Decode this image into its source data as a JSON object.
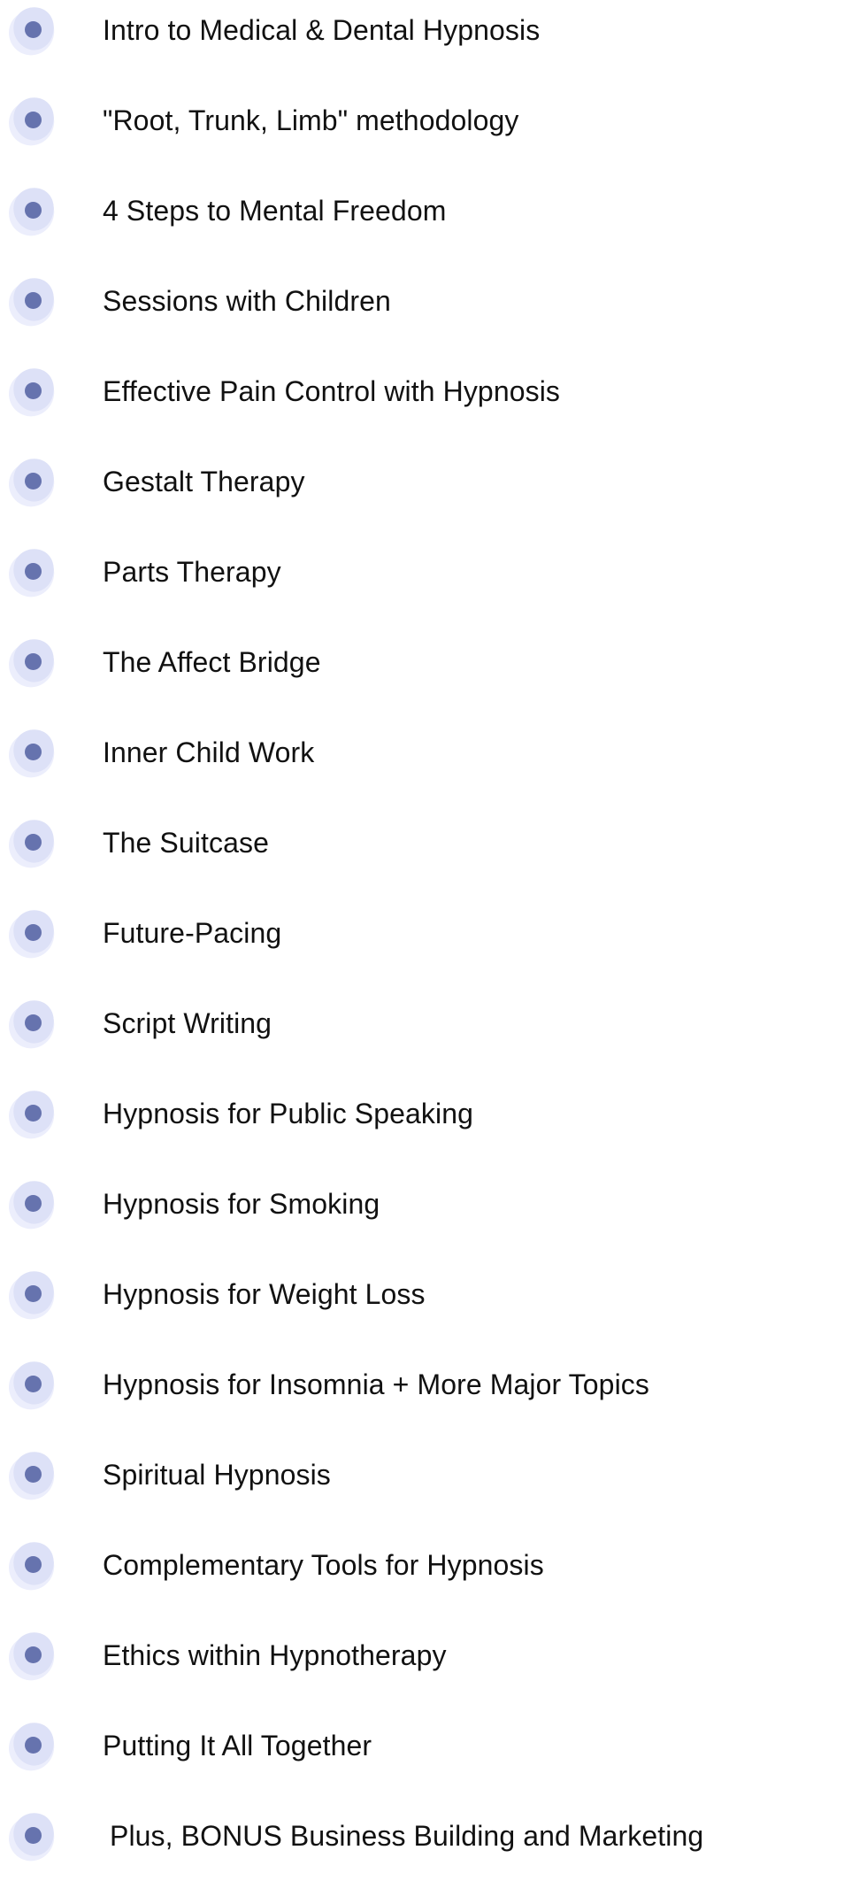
{
  "course_list": {
    "items": [
      {
        "label": "Intro to Medical & Dental Hypnosis",
        "icon": "bullet-dot-icon"
      },
      {
        "label": "\"Root, Trunk, Limb\" methodology",
        "icon": "bullet-dot-icon"
      },
      {
        "label": "4 Steps to Mental Freedom",
        "icon": "bullet-dot-icon"
      },
      {
        "label": "Sessions with Children",
        "icon": "bullet-dot-icon"
      },
      {
        "label": "Effective Pain Control with Hypnosis",
        "icon": "bullet-dot-icon"
      },
      {
        "label": "Gestalt Therapy",
        "icon": "bullet-dot-icon"
      },
      {
        "label": "Parts Therapy",
        "icon": "bullet-dot-icon"
      },
      {
        "label": "The Affect Bridge",
        "icon": "bullet-dot-icon"
      },
      {
        "label": "Inner Child Work",
        "icon": "bullet-dot-icon"
      },
      {
        "label": "The Suitcase",
        "icon": "bullet-dot-icon"
      },
      {
        "label": "Future-Pacing",
        "icon": "bullet-dot-icon"
      },
      {
        "label": "Script Writing",
        "icon": "bullet-dot-icon"
      },
      {
        "label": "Hypnosis for Public Speaking",
        "icon": "bullet-dot-icon"
      },
      {
        "label": "Hypnosis for Smoking",
        "icon": "bullet-dot-icon"
      },
      {
        "label": "Hypnosis for Weight Loss",
        "icon": "bullet-dot-icon"
      },
      {
        "label": "Hypnosis for Insomnia + More Major Topics",
        "icon": "bullet-dot-icon"
      },
      {
        "label": "Spiritual Hypnosis",
        "icon": "bullet-dot-icon"
      },
      {
        "label": "Complementary Tools for Hypnosis",
        "icon": "bullet-dot-icon"
      },
      {
        "label": "Ethics within Hypnotherapy",
        "icon": "bullet-dot-icon"
      },
      {
        "label": "Putting It All Together",
        "icon": "bullet-dot-icon"
      },
      {
        "label": "Plus, BONUS Business Building and Marketing",
        "icon": "bullet-dot-icon"
      }
    ]
  },
  "colors": {
    "background": "#ffffff",
    "text": "#111111",
    "bullet_dot": "#6673ae",
    "bullet_blob_front": "#dde1f7",
    "bullet_blob_back": "#eceefc"
  }
}
